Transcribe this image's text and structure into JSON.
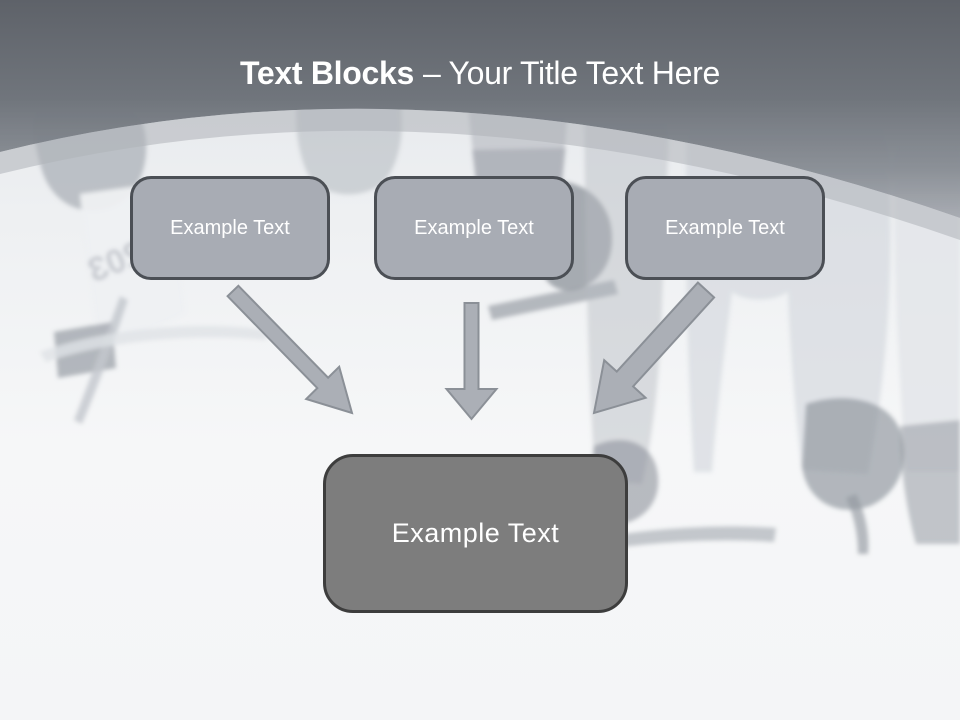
{
  "title": {
    "bold": "Text Blocks",
    "regular": "– Your Title Text Here"
  },
  "top_blocks": [
    {
      "label": "Example Text"
    },
    {
      "label": "Example Text"
    },
    {
      "label": "Example Text"
    }
  ],
  "center_block": {
    "label": "Example Text"
  },
  "background_photo": {
    "bib_number": "203"
  },
  "colors": {
    "header_top": "#5e6269",
    "header_mid": "#70757c",
    "header_bottom": "#9da1a8",
    "stripe": "#aeb2b8",
    "box_fill": "#a8acb4",
    "box_border": "#4b4f55",
    "center_fill": "#7d7d7d",
    "center_border": "#3d3d3d",
    "arrow_fill": "#abafb6",
    "arrow_outline": "#8b9097",
    "title_color": "#ffffff",
    "bg_top": "#e3e6ea",
    "bg_bottom": "#f4f5f7"
  }
}
